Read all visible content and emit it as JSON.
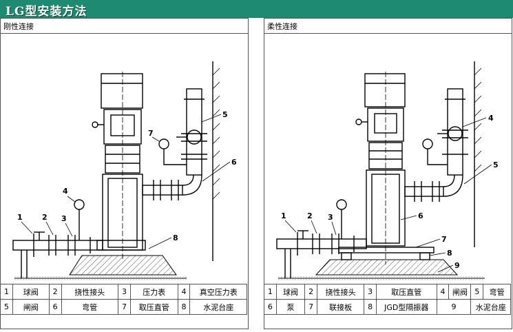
{
  "title": "LG型安装方法",
  "left": {
    "title": "刚性连接",
    "callouts": [
      "1",
      "2",
      "3",
      "4",
      "5",
      "6",
      "7",
      "8"
    ],
    "legend": [
      [
        {
          "n": "1",
          "t": "球阀"
        },
        {
          "n": "2",
          "t": "挠性接头"
        },
        {
          "n": "3",
          "t": "压力表"
        },
        {
          "n": "4",
          "t": "真空压力表"
        }
      ],
      [
        {
          "n": "5",
          "t": "闸阀"
        },
        {
          "n": "6",
          "t": "弯管"
        },
        {
          "n": "7",
          "t": "取压直管"
        },
        {
          "n": "8",
          "t": "水泥台座"
        }
      ]
    ]
  },
  "right": {
    "title": "柔性连接",
    "callouts": [
      "1",
      "2",
      "3",
      "4",
      "5",
      "6",
      "7",
      "8",
      "9"
    ],
    "legend": [
      [
        {
          "n": "1",
          "t": "球阀"
        },
        {
          "n": "2",
          "t": "挠性接头"
        },
        {
          "n": "3",
          "t": "取压直管"
        },
        {
          "n": "4",
          "t": "闸阀"
        },
        {
          "n": "5",
          "t": "弯管"
        }
      ],
      [
        {
          "n": "6",
          "t": "泵"
        },
        {
          "n": "7",
          "t": "联接板"
        },
        {
          "n": "8",
          "t": "JGD型隔振器"
        },
        {
          "n": "9",
          "t": "水泥台座"
        }
      ]
    ]
  }
}
